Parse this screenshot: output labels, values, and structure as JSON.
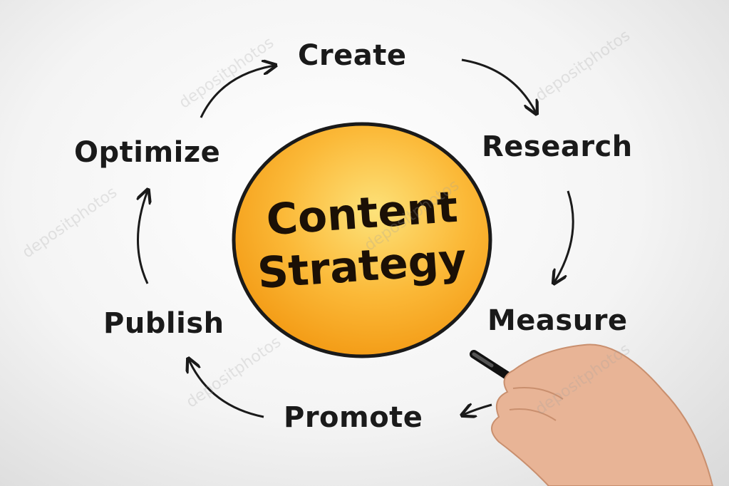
{
  "center": {
    "line1": "Content",
    "line2": "Strategy"
  },
  "steps": [
    "Create",
    "Research",
    "Measure",
    "Promote",
    "Publish",
    "Optimize"
  ],
  "colors": {
    "circle_fill": "#f9a81e",
    "circle_highlight": "#fde27a",
    "ink": "#1a1a1a"
  },
  "watermark": "depositphotos"
}
